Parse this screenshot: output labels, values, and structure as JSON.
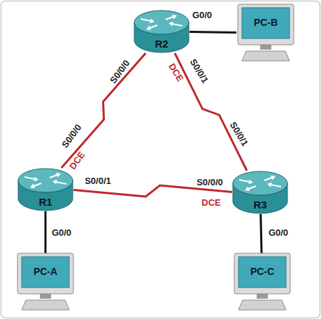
{
  "diagram": {
    "nodes": [
      {
        "text": [
          "R2"
        ]
      },
      {
        "text": [
          "PC-B"
        ]
      },
      {
        "text": [
          "R1"
        ]
      },
      {
        "text": [
          "R3"
        ]
      },
      {
        "text": [
          "PC-A"
        ]
      },
      {
        "text": [
          "PC-C"
        ]
      }
    ],
    "edges": [
      {
        "from": 0,
        "to": 1,
        "arrow": "none"
      },
      {
        "from": 2,
        "to": 0,
        "arrow": "none"
      },
      {
        "from": 0,
        "to": 3,
        "arrow": "none"
      },
      {
        "from": 2,
        "to": 3,
        "arrow": "none"
      },
      {
        "from": 2,
        "to": 4,
        "arrow": "none"
      },
      {
        "from": 3,
        "to": 5,
        "arrow": "none"
      }
    ],
    "labels": [
      "G0/0",
      "S0/0/0",
      "DCE",
      "S0/0/1",
      "S0/0/0",
      "DCE",
      "S0/0/1",
      "S0/0/0",
      "DCE",
      "S0/0/1",
      "G0/0",
      "G0/0"
    ]
  }
}
